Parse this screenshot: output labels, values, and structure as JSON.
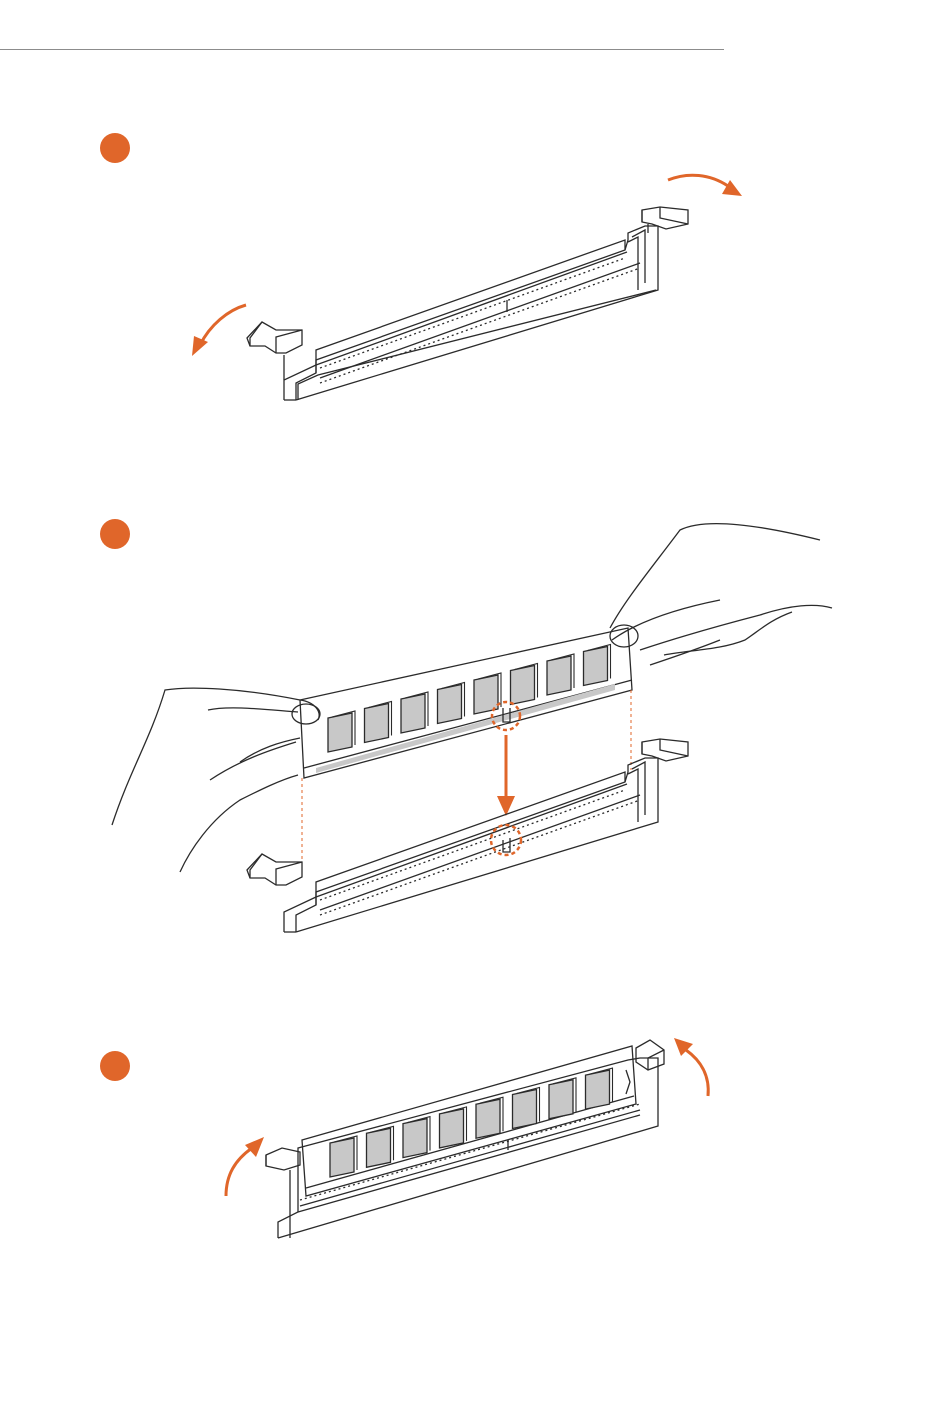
{
  "colors": {
    "accent": "#e0662a",
    "line": "#2b2b2b",
    "chip_fill": "#c8c8c8",
    "divider": "#8c8c8c"
  },
  "steps": [
    {
      "id": 1,
      "illustration": "unlock-dimm-slot-clips"
    },
    {
      "id": 2,
      "illustration": "align-and-insert-dimm-module"
    },
    {
      "id": 3,
      "illustration": "dimm-seated-clips-locked"
    }
  ],
  "icons": [
    "orange-step-dot",
    "rotate-arrow",
    "down-arrow",
    "notch-highlight-circle",
    "hand"
  ]
}
